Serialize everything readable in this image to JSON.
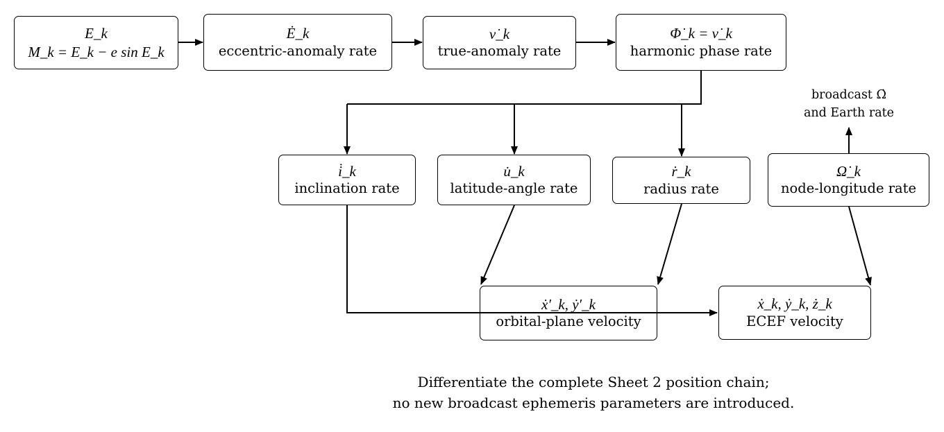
{
  "nodes": {
    "ek": {
      "math": "E_k",
      "label": "M_k = E_k − e sin E_k"
    },
    "ekdot": {
      "math": "Ė_k",
      "label": "eccentric-anomaly rate"
    },
    "nudot": {
      "math": "ν̇_k",
      "label": "true-anomaly rate"
    },
    "phidot": {
      "math": "Φ̇_k = ν̇_k",
      "label": "harmonic phase rate"
    },
    "idot": {
      "math": "i̇_k",
      "label": "inclination rate"
    },
    "udot": {
      "math": "u̇_k",
      "label": "latitude-angle rate"
    },
    "rdot": {
      "math": "ṙ_k",
      "label": "radius rate"
    },
    "omegadot": {
      "math": "Ω̇_k",
      "label": "node-longitude rate"
    },
    "orbital_vel": {
      "math": "ẋ′_k,  ẏ′_k",
      "label": "orbital-plane velocity"
    },
    "ecef_vel": {
      "math": "ẋ_k,  ẏ_k,  ż_k",
      "label": "ECEF velocity"
    }
  },
  "side_note": {
    "line1": "broadcast Ω̇",
    "line2": "and Earth rate"
  },
  "caption": {
    "line1": "Differentiate the complete Sheet 2 position chain;",
    "line2": "no new broadcast ephemeris parameters are introduced."
  }
}
